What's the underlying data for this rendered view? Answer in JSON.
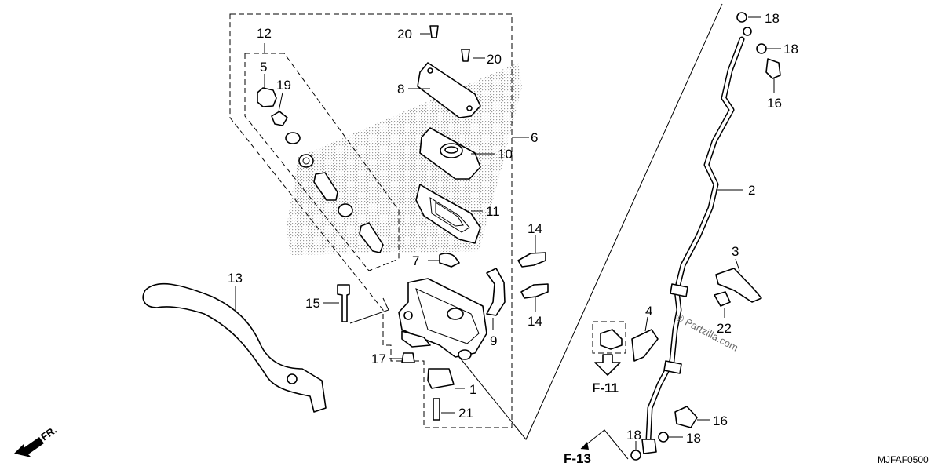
{
  "diagram": {
    "part_labels": {
      "p1": "1",
      "p2": "2",
      "p3": "3",
      "p4": "4",
      "p5": "5",
      "p6": "6",
      "p7": "7",
      "p8": "8",
      "p9": "9",
      "p10": "10",
      "p11": "11",
      "p12": "12",
      "p13": "13",
      "p14a": "14",
      "p14b": "14",
      "p15": "15",
      "p16a": "16",
      "p16b": "16",
      "p17": "17",
      "p18a": "18",
      "p18b": "18",
      "p18c": "18",
      "p18d": "18",
      "p19": "19",
      "p20a": "20",
      "p20b": "20",
      "p21": "21",
      "p22": "22"
    },
    "refs": {
      "f11": "F-11",
      "f13": "F-13"
    },
    "direction_label": "FR.",
    "drawing_code": "MJFAF0500",
    "watermark": "© Partzilla.com"
  }
}
